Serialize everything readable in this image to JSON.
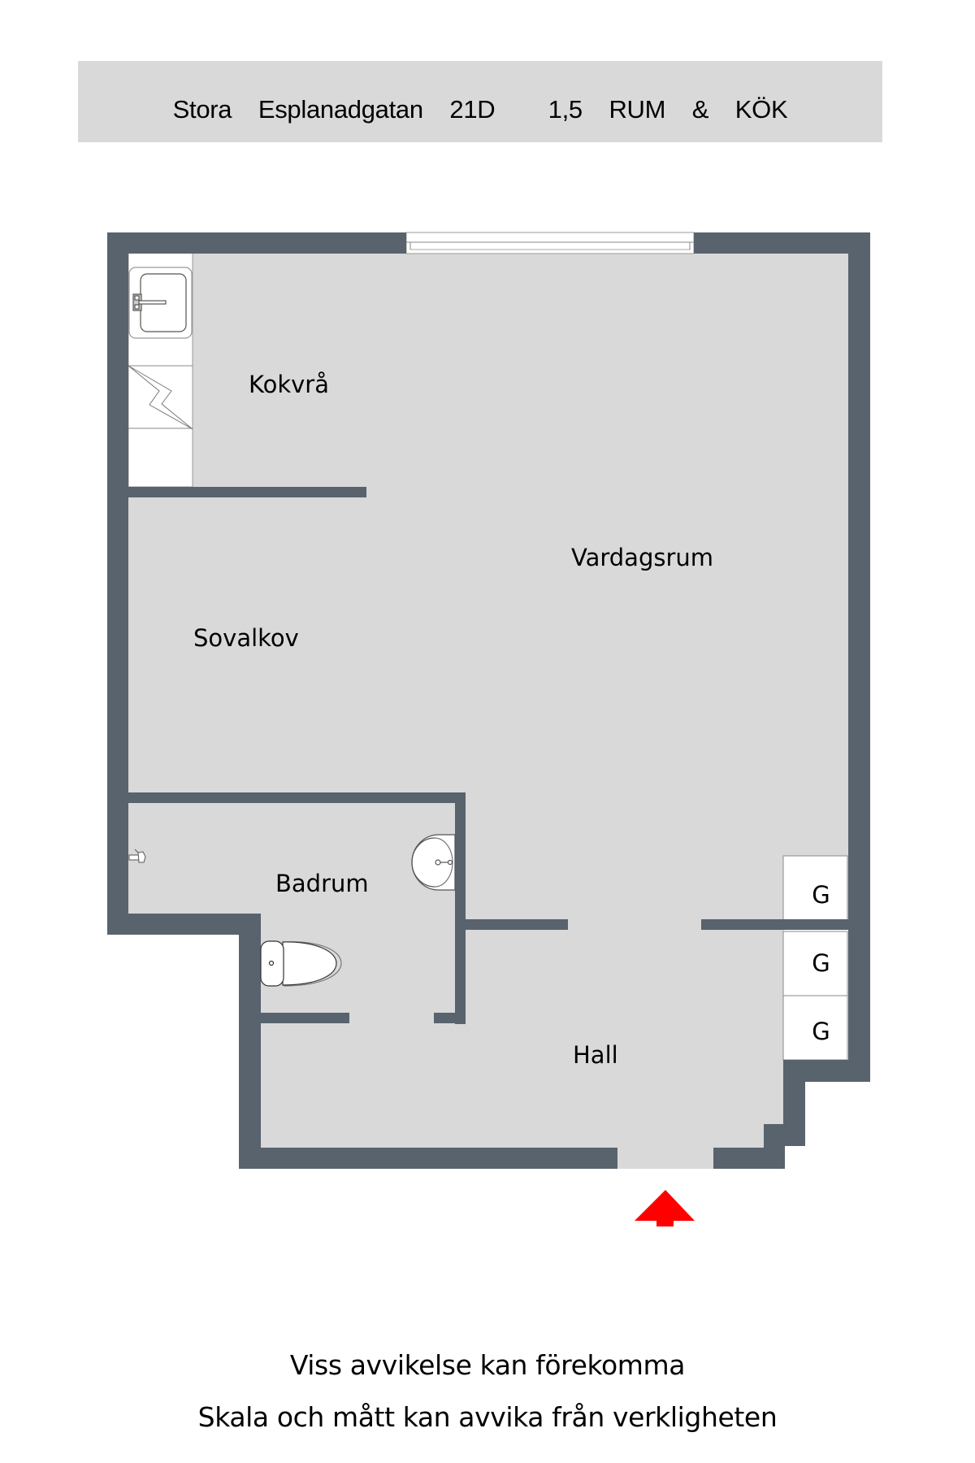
{
  "header": {
    "title": "Stora  Esplanadgatan  21D    1,5  RUM  &  KÖK"
  },
  "rooms": {
    "kitchen": "Kokvrå",
    "living_room": "Vardagsrum",
    "bedroom_alcove": "Sovalkov",
    "bathroom": "Badrum",
    "hall": "Hall"
  },
  "closets": [
    "G",
    "G",
    "G"
  ],
  "entrance": {
    "icon": "entrance-arrow-icon",
    "color": "#FF0000"
  },
  "colors": {
    "wall": "#58636D",
    "floor": "#D9D9D9",
    "fixture": "#FFFFFF",
    "header_band": "#D9D9D9"
  },
  "disclaimer": {
    "line1": "Viss avvikelse kan förekomma",
    "line2": "Skala och mått kan avvika från verkligheten"
  }
}
